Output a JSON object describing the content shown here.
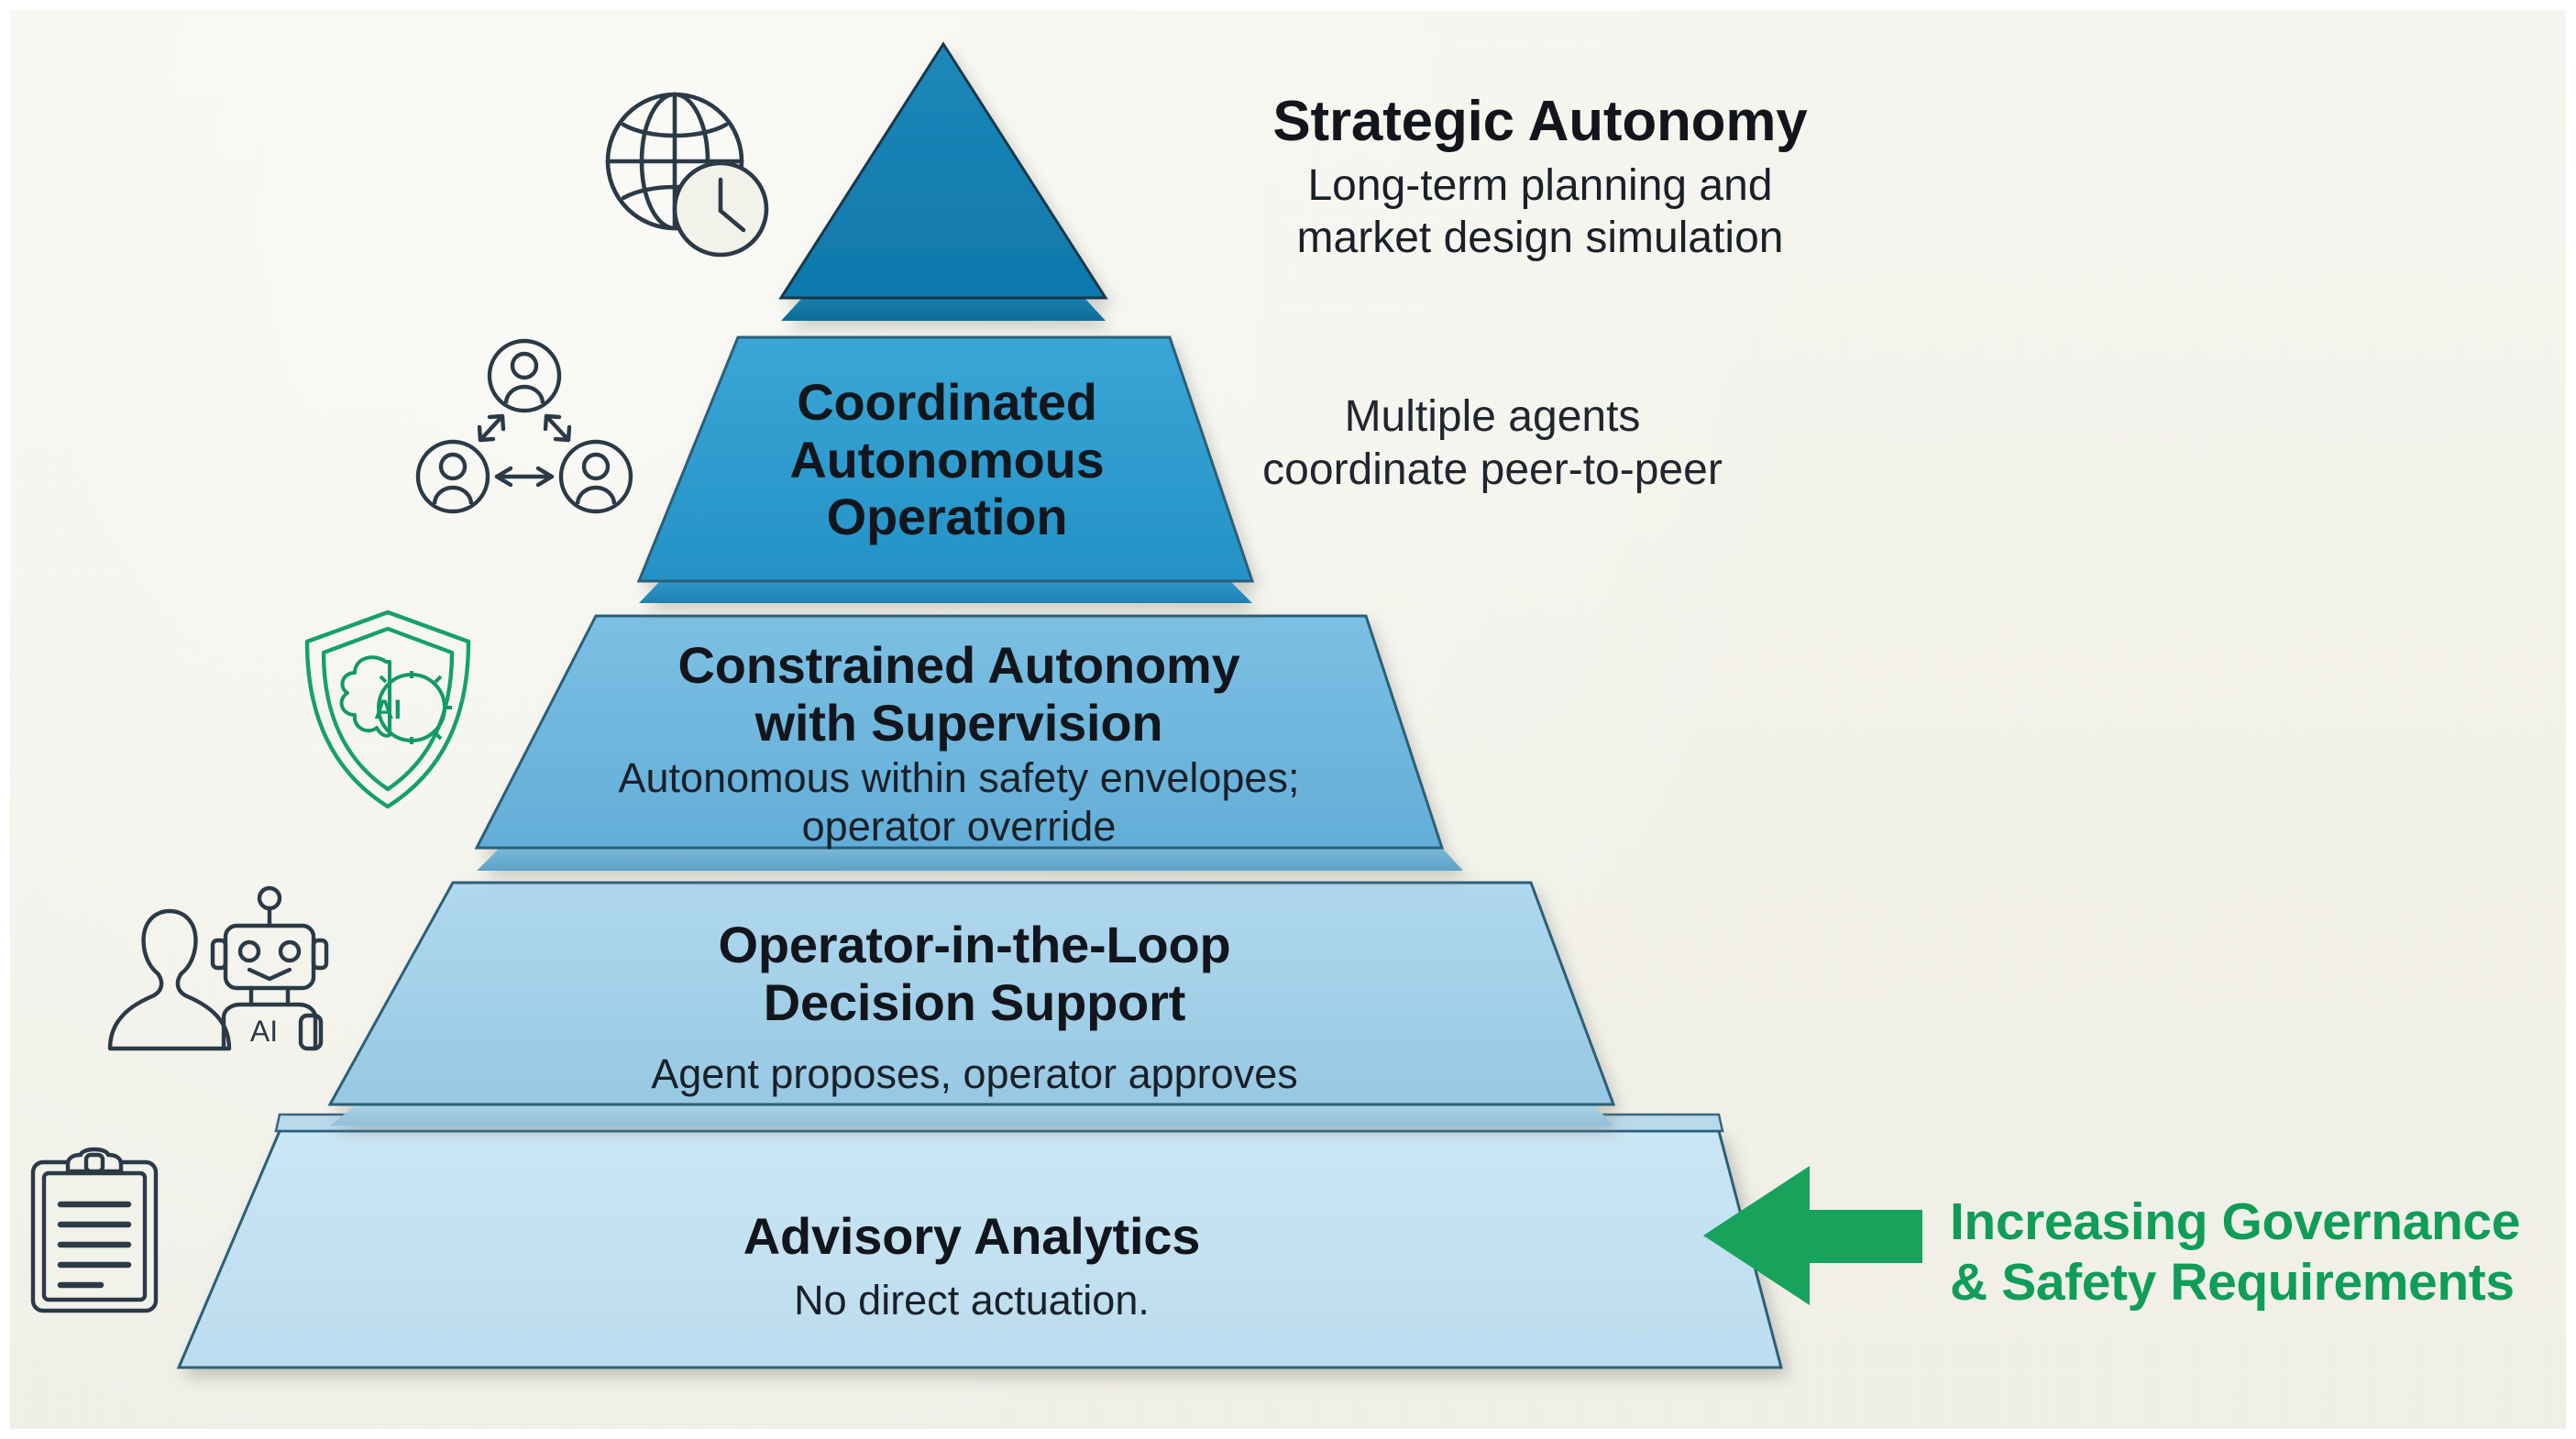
{
  "diagram": {
    "type": "pyramid",
    "title_visible": false,
    "background_color": "#f3f2ea",
    "levels": [
      {
        "rank": 5,
        "position": "apex",
        "title": "Strategic Autonomy",
        "subtitle": "Long-term planning and\nmarket design simulation",
        "label_placement": "right-of-shape",
        "fill_color": "#1580b4",
        "icon": "globe-clock-icon"
      },
      {
        "rank": 4,
        "title": "Coordinated\nAutonomous\nOperation",
        "subtitle": "",
        "side_note": "Multiple agents\ncoordinate peer-to-peer",
        "label_placement": "inside-shape",
        "fill_color": "#2e9ccf",
        "icon": "agent-network-icon"
      },
      {
        "rank": 3,
        "title": "Constrained Autonomy\nwith Supervision",
        "subtitle": "Autonomous within safety envelopes;\noperator override",
        "label_placement": "inside-shape",
        "fill_color": "#6db6dd",
        "icon": "ai-shield-icon"
      },
      {
        "rank": 2,
        "title": "Operator-in-the-Loop\nDecision Support",
        "subtitle": "Agent proposes, operator approves",
        "label_placement": "inside-shape",
        "fill_color": "#a3cfe8",
        "icon": "human-robot-icon"
      },
      {
        "rank": 1,
        "position": "base",
        "title": "Advisory Analytics",
        "subtitle": "No direct actuation.",
        "label_placement": "inside-shape",
        "fill_color": "#c5e0f0",
        "icon": "clipboard-icon"
      }
    ],
    "callout": {
      "arrow_direction": "left",
      "arrow_color": "#17a35c",
      "text": "Increasing Governance\n& Safety Requirements",
      "text_color": "#0f9d58"
    }
  }
}
